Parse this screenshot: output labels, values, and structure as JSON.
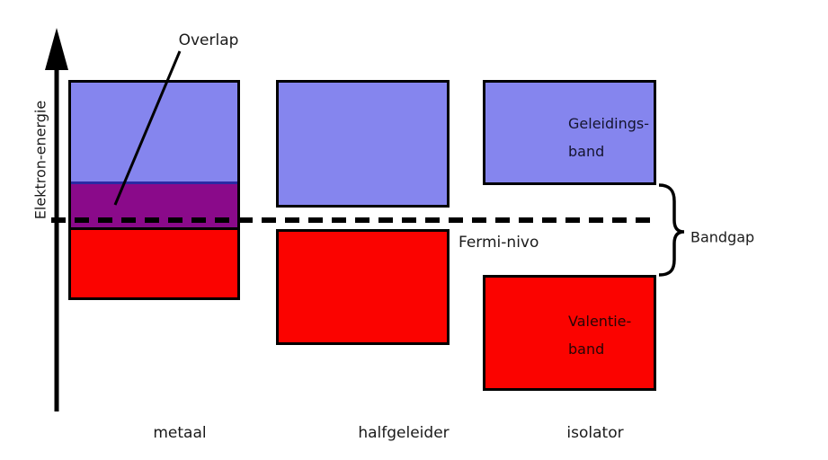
{
  "axis": {
    "label": "Elektron-energie"
  },
  "annotations": {
    "overlap": "Overlap",
    "fermi": "Fermi-nivo",
    "bandgap": "Bandgap"
  },
  "bands": {
    "conduction": {
      "line1": "Geleidings-",
      "line2": "band"
    },
    "valence": {
      "line1": "Valentie-",
      "line2": "band"
    }
  },
  "columns": [
    {
      "label": "metaal"
    },
    {
      "label": "halfgeleider"
    },
    {
      "label": "isolator"
    }
  ],
  "colors": {
    "conduction_blue": "#8585EE",
    "valence_red": "#FB0300",
    "overlap_purple": "#8A0A8A",
    "overlap_border_navy": "#2A2AA5",
    "line_black": "#000000"
  }
}
